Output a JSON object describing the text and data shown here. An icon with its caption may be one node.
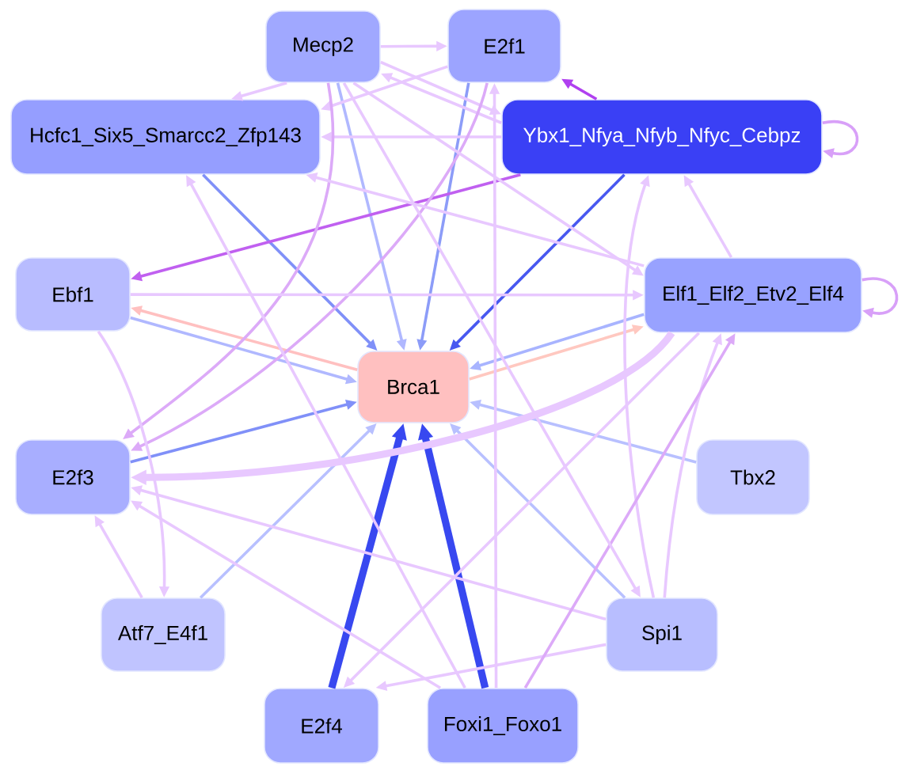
{
  "diagram": {
    "nodes": [
      {
        "text": [
          "Mecp2"
        ]
      },
      {
        "text": [
          "E2f1"
        ]
      },
      {
        "text": [
          "Hcfc1_Six5_Smarcc2_Zfp143"
        ]
      },
      {
        "text": [
          "Ybx1_Nfya_Nfyb_Nfyc_Cebpz"
        ]
      },
      {
        "text": [
          "Ebf1"
        ]
      },
      {
        "text": [
          "Elf1_Elf2_Etv2_Elf4"
        ]
      },
      {
        "text": [
          "Brca1"
        ]
      },
      {
        "text": [
          "E2f3"
        ]
      },
      {
        "text": [
          "Tbx2"
        ]
      },
      {
        "text": [
          "Atf7_E4f1"
        ]
      },
      {
        "text": [
          "Spi1"
        ]
      },
      {
        "text": [
          "E2f4"
        ]
      },
      {
        "text": [
          "Foxi1_Foxo1"
        ]
      }
    ],
    "edges": [
      {
        "from": 0,
        "to": 6,
        "arrow": "to",
        "color": "#b0b8ff"
      },
      {
        "from": 1,
        "to": 6,
        "arrow": "to",
        "color": "#8c9cf8"
      },
      {
        "from": 2,
        "to": 6,
        "arrow": "to",
        "color": "#8090f8"
      },
      {
        "from": 3,
        "to": 6,
        "arrow": "to",
        "color": "#4858f0"
      },
      {
        "from": 4,
        "to": 6,
        "arrow": "to",
        "color": "#b0b8ff"
      },
      {
        "from": 6,
        "to": 4,
        "arrow": "to",
        "color": "#ffc0c0"
      },
      {
        "from": 5,
        "to": 6,
        "arrow": "to",
        "color": "#a8b4ff"
      },
      {
        "from": 6,
        "to": 5,
        "arrow": "to",
        "color": "#ffc8c0"
      },
      {
        "from": 7,
        "to": 6,
        "arrow": "to",
        "color": "#8090f8"
      },
      {
        "from": 8,
        "to": 6,
        "arrow": "to",
        "color": "#b8c0ff"
      },
      {
        "from": 9,
        "to": 6,
        "arrow": "to",
        "color": "#b8c0ff"
      },
      {
        "from": 10,
        "to": 6,
        "arrow": "to",
        "color": "#b8c0ff"
      },
      {
        "from": 11,
        "to": 6,
        "arrow": "to",
        "style": "thick",
        "color": "#3848f0"
      },
      {
        "from": 12,
        "to": 6,
        "arrow": "to",
        "style": "thick",
        "color": "#3848f0"
      },
      {
        "from": 0,
        "to": 1,
        "arrow": "to"
      },
      {
        "from": 1,
        "to": 2,
        "arrow": "to"
      },
      {
        "from": 0,
        "to": 2,
        "arrow": "to"
      },
      {
        "from": 3,
        "to": 2,
        "arrow": "to"
      },
      {
        "from": 3,
        "to": 1,
        "arrow": "to",
        "color": "#b040f0"
      },
      {
        "from": 3,
        "to": 3,
        "arrow": "to",
        "color": "#d8a0f8"
      },
      {
        "from": 5,
        "to": 5,
        "arrow": "to",
        "color": "#d8a0f8"
      },
      {
        "from": 3,
        "to": 4,
        "arrow": "to",
        "color": "#c060f0"
      },
      {
        "from": 0,
        "to": 3,
        "arrow": "to"
      },
      {
        "from": 3,
        "to": 0,
        "arrow": "to"
      },
      {
        "from": 0,
        "to": 7,
        "arrow": "to",
        "color": "#dcaaf8"
      },
      {
        "from": 1,
        "to": 7,
        "arrow": "to",
        "color": "#dcaaf8"
      },
      {
        "from": 5,
        "to": 7,
        "arrow": "to",
        "style": "thick"
      },
      {
        "from": 10,
        "to": 7,
        "arrow": "to"
      },
      {
        "from": 12,
        "to": 7,
        "arrow": "to"
      },
      {
        "from": 9,
        "to": 7,
        "arrow": "to"
      },
      {
        "from": 4,
        "to": 9,
        "arrow": "to"
      },
      {
        "from": 4,
        "to": 5,
        "arrow": "to"
      },
      {
        "from": 5,
        "to": 2,
        "arrow": "to"
      },
      {
        "from": 12,
        "to": 2,
        "arrow": "to"
      },
      {
        "from": 10,
        "to": 5,
        "arrow": "to"
      },
      {
        "from": 10,
        "to": 3,
        "arrow": "to"
      },
      {
        "from": 5,
        "to": 3,
        "arrow": "to"
      },
      {
        "from": 0,
        "to": 5,
        "arrow": "to"
      },
      {
        "from": 5,
        "to": 11,
        "arrow": "to"
      },
      {
        "from": 10,
        "to": 11,
        "arrow": "to"
      },
      {
        "from": 12,
        "to": 5,
        "arrow": "to",
        "color": "#dcaaf8"
      },
      {
        "from": 12,
        "to": 1,
        "arrow": "to"
      },
      {
        "from": 0,
        "to": 10,
        "arrow": "to"
      }
    ]
  }
}
